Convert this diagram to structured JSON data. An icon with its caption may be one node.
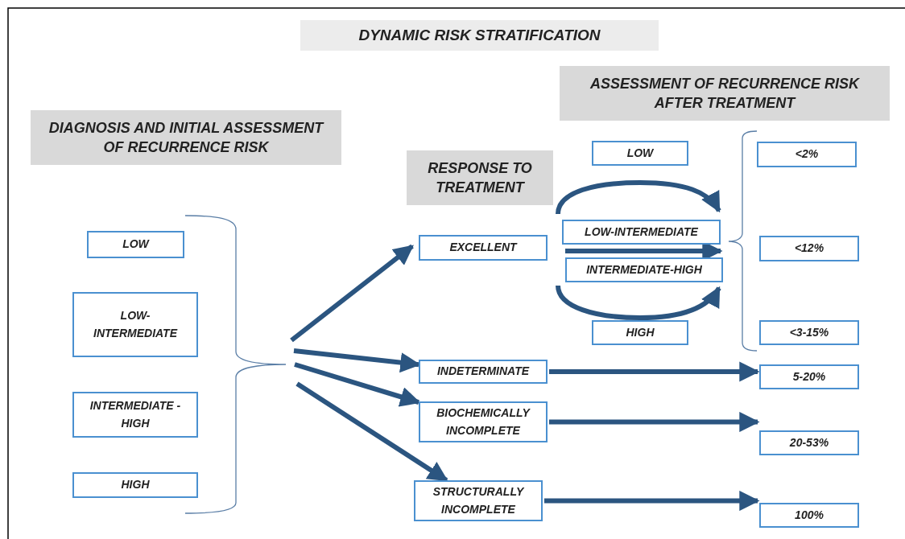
{
  "diagram": {
    "title": "DYNAMIC RISK STRATIFICATION",
    "nodes": [
      {
        "text": [
          "DIAGNOSIS AND INITIAL ASSESSMENT OF RECURRENCE RISK"
        ]
      },
      {
        "text": [
          "RESPONSE TO TREATMENT"
        ]
      },
      {
        "text": [
          "ASSESSMENT OF RECURRENCE RISK AFTER TREATMENT"
        ]
      },
      {
        "text": [
          "LOW"
        ]
      },
      {
        "text": [
          "LOW- INTERMEDIATE"
        ]
      },
      {
        "text": [
          "INTERMEDIATE - HIGH"
        ]
      },
      {
        "text": [
          "HIGH"
        ]
      },
      {
        "text": [
          "EXCELLENT"
        ]
      },
      {
        "text": [
          "INDETERMINATE"
        ]
      },
      {
        "text": [
          "BIOCHEMICALLY INCOMPLETE"
        ]
      },
      {
        "text": [
          "STRUCTURALLY INCOMPLETE"
        ]
      },
      {
        "text": [
          "LOW"
        ]
      },
      {
        "text": [
          "LOW-INTERMEDIATE"
        ]
      },
      {
        "text": [
          "INTERMEDIATE-HIGH"
        ]
      },
      {
        "text": [
          "HIGH"
        ]
      },
      {
        "text": [
          "<2%"
        ]
      },
      {
        "text": [
          "<12%"
        ]
      },
      {
        "text": [
          "<3-15%"
        ]
      },
      {
        "text": [
          "5-20%"
        ]
      },
      {
        "text": [
          "20-53%"
        ]
      },
      {
        "text": [
          "100%"
        ]
      },
      {
        "text": [],
        "shape": "bracket"
      }
    ],
    "edges": [
      {
        "from": 21,
        "to": 7,
        "arrow": "to"
      },
      {
        "from": 21,
        "to": 8,
        "arrow": "to"
      },
      {
        "from": 21,
        "to": 9,
        "arrow": "to"
      },
      {
        "from": 21,
        "to": 10,
        "arrow": "to"
      },
      {
        "from": 8,
        "to": 18,
        "arrow": "to"
      },
      {
        "from": 9,
        "to": 19,
        "arrow": "to"
      },
      {
        "from": 10,
        "to": 20,
        "arrow": "to"
      }
    ]
  }
}
